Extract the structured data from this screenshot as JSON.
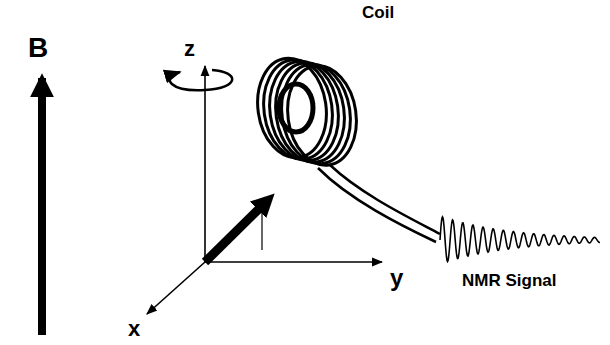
{
  "diagram": {
    "labels": [
      "Coil",
      "B",
      "z",
      "y",
      "x",
      "NMR Signal"
    ]
  }
}
